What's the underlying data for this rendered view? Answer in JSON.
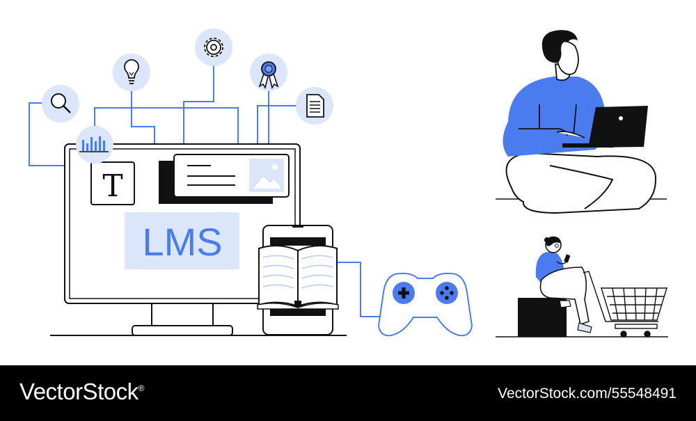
{
  "illustration": {
    "lms_label": "LMS",
    "text_tool_letter": "T",
    "icons": [
      "search-icon",
      "bar-chart-icon",
      "lightbulb-icon",
      "gear-icon",
      "award-icon",
      "document-icon",
      "image-icon",
      "book-icon",
      "gamepad-icon",
      "laptop-icon",
      "phone-icon",
      "shopping-cart-icon"
    ],
    "colors": {
      "accent": "#4a7cf0",
      "accent_light": "#dce6fb",
      "ink": "#111111"
    }
  },
  "footer": {
    "brand": "VectorStock",
    "brand_mark": "®",
    "image_id": "VectorStock.com/55548491"
  }
}
